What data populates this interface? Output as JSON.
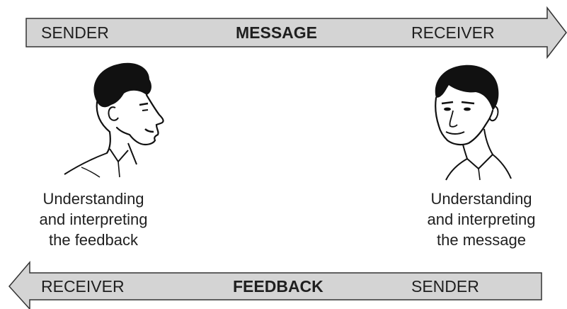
{
  "message_arrow": {
    "left_label": "SENDER",
    "center_label": "MESSAGE",
    "right_label": "RECEIVER",
    "direction": "right"
  },
  "feedback_arrow": {
    "left_label": "RECEIVER",
    "center_label": "FEEDBACK",
    "right_label": "SENDER",
    "direction": "left"
  },
  "left_person": {
    "icon": "person-profile-facing-right",
    "caption": [
      "Understanding",
      "and interpreting",
      "the feedback"
    ]
  },
  "right_person": {
    "icon": "person-facing-left",
    "caption": [
      "Understanding",
      "and interpreting",
      "the message"
    ]
  },
  "colors": {
    "arrow_fill": "#d4d4d4",
    "arrow_stroke": "#333333",
    "ink": "#111111"
  }
}
